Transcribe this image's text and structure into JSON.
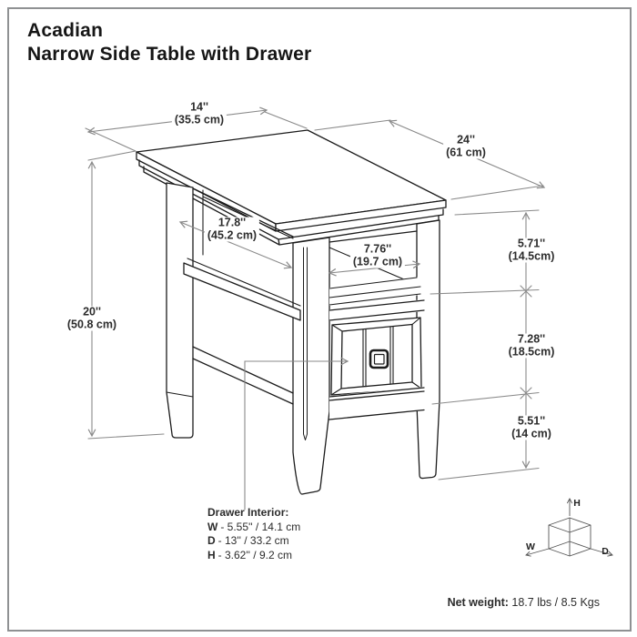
{
  "header": {
    "brand": "Acadian",
    "product": "Narrow Side Table with Drawer"
  },
  "dimensions": {
    "top_width": {
      "inches": "14''",
      "metric": "(35.5 cm)"
    },
    "top_depth": {
      "inches": "24''",
      "metric": "(61 cm)"
    },
    "shelf_width": {
      "inches": "17.8''",
      "metric": "(45.2 cm)"
    },
    "shelf_opening": {
      "inches": "7.76''",
      "metric": "(19.7 cm)"
    },
    "height": {
      "inches": "20''",
      "metric": "(50.8 cm)"
    },
    "top_to_shelf": {
      "inches": "5.71''",
      "metric": "(14.5cm)"
    },
    "drawer_section": {
      "inches": "7.28''",
      "metric": "(18.5cm)"
    },
    "leg_clearance": {
      "inches": "5.51''",
      "metric": "(14 cm)"
    }
  },
  "drawer_interior": {
    "title": "Drawer Interior:",
    "rows": [
      {
        "key": "W",
        "value": "- 5.55'' / 14.1 cm"
      },
      {
        "key": "D",
        "value": "- 13'' / 33.2 cm"
      },
      {
        "key": "H",
        "value": "- 3.62'' / 9.2 cm"
      }
    ]
  },
  "net_weight": {
    "label": "Net weight:",
    "value": "18.7 lbs / 8.5 Kgs"
  },
  "orientation_cube": {
    "height_axis": "H",
    "width_axis": "W",
    "depth_axis": "D"
  },
  "colors": {
    "line": "#1c1c1c",
    "dimension": "#8a8a8a",
    "text": "#2c2c2c",
    "border": "#8f9193"
  }
}
